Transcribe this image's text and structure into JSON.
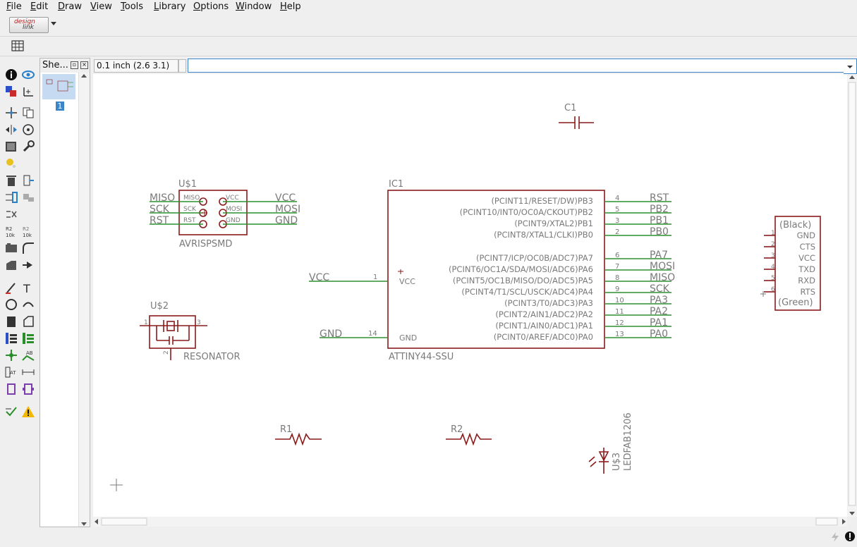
{
  "menu": [
    {
      "label": "File",
      "u": "F",
      "rest": "ile"
    },
    {
      "label": "Edit",
      "u": "E",
      "rest": "dit"
    },
    {
      "label": "Draw",
      "u": "D",
      "rest": "raw"
    },
    {
      "label": "View",
      "u": "V",
      "rest": "iew"
    },
    {
      "label": "Tools",
      "u": "T",
      "rest": "ools"
    },
    {
      "label": "Library",
      "u": "L",
      "rest": "ibrary"
    },
    {
      "label": "Options",
      "u": "O",
      "rest": "ptions"
    },
    {
      "label": "Window",
      "u": "W",
      "rest": "indow"
    },
    {
      "label": "Help",
      "u": "H",
      "rest": "elp"
    }
  ],
  "toolbar": {
    "logo_top": "design",
    "logo_bottom": "link"
  },
  "sheets": {
    "title": "She...",
    "sheet_number": "1"
  },
  "command": {
    "coordinates": "0.1 inch (2.6 3.1)",
    "input_value": ""
  },
  "schematic": {
    "c1": "C1",
    "u1": {
      "name": "U$1",
      "value": "AVRISPSMD",
      "left_nets": [
        "MISO",
        "SCK",
        "RST"
      ],
      "left_pins": [
        "MISO",
        "SCK",
        "RST"
      ],
      "right_pins": [
        "VCC",
        "MOSI",
        "GND"
      ],
      "right_nets": [
        "VCC",
        "MOSI",
        "GND"
      ]
    },
    "u2": {
      "name": "U$2",
      "value": "RESONATOR",
      "pin1": "1",
      "pin2": "2",
      "pin3": "3"
    },
    "ic1": {
      "name": "IC1",
      "value": "ATTINY44-SSU",
      "vcc_net": "VCC",
      "gnd_net": "GND",
      "vcc_pin": "VCC",
      "gnd_pin": "GND",
      "vcc_num": "1",
      "gnd_num": "14",
      "pins": [
        {
          "label": "(PCINT11/RESET/DW)PB3",
          "num": "4",
          "net": "RST"
        },
        {
          "label": "(PCINT10/INT0/OC0A/CKOUT)PB2",
          "num": "5",
          "net": "PB2"
        },
        {
          "label": "(PCINT9/XTAL2)PB1",
          "num": "3",
          "net": "PB1"
        },
        {
          "label": "(PCINT8/XTAL1/CLKI)PB0",
          "num": "2",
          "net": "PB0"
        },
        {
          "label": "(PCINT7/ICP/OC0B/ADC7)PA7",
          "num": "6",
          "net": "PA7"
        },
        {
          "label": "(PCINT6/OC1A/SDA/MOSI/ADC6)PA6",
          "num": "7",
          "net": "MOSI"
        },
        {
          "label": "(PCINT5/OC1B/MISO/DO/ADC5)PA5",
          "num": "8",
          "net": "MISO"
        },
        {
          "label": "(PCINT4/T1/SCL/USCK/ADC4)PA4",
          "num": "9",
          "net": "SCK"
        },
        {
          "label": "(PCINT3/T0/ADC3)PA3",
          "num": "10",
          "net": "PA3"
        },
        {
          "label": "(PCINT2/AIN1/ADC2)PA2",
          "num": "11",
          "net": "PA2"
        },
        {
          "label": "(PCINT1/AIN0/ADC1)PA1",
          "num": "12",
          "net": "PA1"
        },
        {
          "label": "(PCINT0/AREF/ADC0)PA0",
          "num": "13",
          "net": "PA0"
        }
      ]
    },
    "ftdi": {
      "top": "(Black)",
      "bottom": "(Green)",
      "pins": [
        "GND",
        "CTS",
        "VCC",
        "TXD",
        "RXD",
        "RTS"
      ],
      "nums": [
        "1",
        "2",
        "3",
        "4",
        "5",
        "6"
      ]
    },
    "r1": "R1",
    "r2": "R2",
    "u3": {
      "name": "U$3",
      "value": "LEDFAB1206"
    }
  },
  "colors": {
    "part": "#8b1a1a",
    "wire": "#2f8f2f",
    "text": "#7a7a7a",
    "selection": "#3b86c9"
  }
}
